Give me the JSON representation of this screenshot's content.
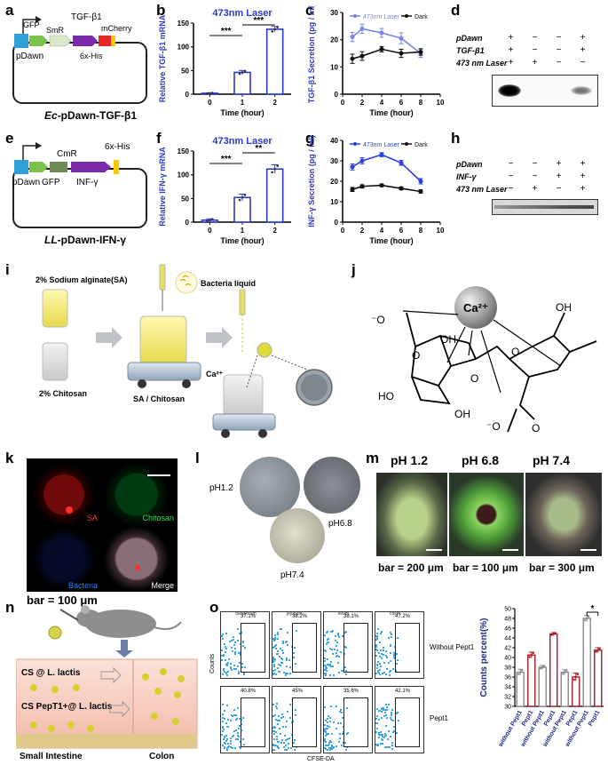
{
  "panels": {
    "a": {
      "letter": "a",
      "promoter": "pDawn",
      "genes": [
        "GFP",
        "SmR",
        "TGF-β1",
        "mCherry"
      ],
      "tag": "6x-His",
      "caption_prefix": "Ec",
      "caption_rest": "-pDawn-TGF-β1"
    },
    "b": {
      "letter": "b",
      "title": "473nm Laser",
      "ylabel": "Relative TGF-β1 mRNA",
      "xlabel": "Time (hour)",
      "sig": [
        "***",
        "***"
      ]
    },
    "c": {
      "letter": "c",
      "ylabel": "TGF-β1 Secretion (pg / ml)",
      "xlabel": "Time (hour)"
    },
    "d": {
      "letter": "d",
      "rows": [
        "pDawn",
        "TGF-β1",
        "473 nm Laser"
      ],
      "signs": [
        [
          "+",
          "−",
          "−",
          "+"
        ],
        [
          "+",
          "−",
          "−",
          "+"
        ],
        [
          "+",
          "+",
          "−",
          "−"
        ]
      ]
    },
    "e": {
      "letter": "e",
      "promoter": "pDawn",
      "genes": [
        "GFP",
        "CmR",
        "INF-γ"
      ],
      "tag": "6x-His",
      "caption_prefix": "LL",
      "caption_rest": "-pDawn-IFN-γ"
    },
    "f": {
      "letter": "f",
      "title": "473nm Laser",
      "ylabel": "Relative IFN-γ mRNA",
      "xlabel": "Time (hour)",
      "sig": [
        "***",
        "**"
      ]
    },
    "g": {
      "letter": "g",
      "ylabel": "INF-γ Secretion (pg / ml)",
      "xlabel": "Time (hour)"
    },
    "h": {
      "letter": "h",
      "rows": [
        "pDawn",
        "INF-γ",
        "473 nm Laser"
      ],
      "signs": [
        [
          "−",
          "−",
          "+",
          "+"
        ],
        [
          "−",
          "−",
          "+",
          "+"
        ],
        [
          "−",
          "+",
          "−",
          "+"
        ]
      ]
    },
    "i": {
      "letter": "i",
      "sa": "2% Sodium alginate(SA)",
      "chitosan": "2%  Chitosan",
      "bacteria": "Bacteria liquid",
      "mix": "SA / Chitosan",
      "ion": "Ca²⁺"
    },
    "j": {
      "letter": "j",
      "ion": "Ca²⁺",
      "groups": [
        "⁻O",
        "HO",
        "OH",
        "OH",
        "O",
        "OH",
        "⁻O",
        "O",
        "O",
        "O"
      ]
    },
    "k": {
      "letter": "k",
      "labels": [
        "SA",
        "Chitosan",
        "Bacteria",
        "Merge"
      ],
      "bar": "bar = 100 μm"
    },
    "l": {
      "letter": "l",
      "labels": [
        "pH1.2",
        "pH6.8",
        "pH7.4"
      ]
    },
    "m": {
      "letter": "m",
      "titles": [
        "pH 1.2",
        "pH 6.8",
        "pH 7.4"
      ],
      "bars": [
        "bar = 200 μm",
        "bar = 100 μm",
        "bar = 300 μm"
      ]
    },
    "n": {
      "letter": "n",
      "row1": "CS @ L. lactis",
      "row2": "CS PepT1+@ L. lactis",
      "left": "Small Intestine",
      "right": "Colon"
    },
    "o": {
      "letter": "o",
      "cols": [
        "duodenum",
        "jejunum",
        "ileum",
        "colon"
      ],
      "row1": "Without Pept1",
      "row2": "Pept1",
      "pct1": [
        "37.1%",
        "38.2%",
        "38.1%",
        "47.2%"
      ],
      "pct2": [
        "40.8%",
        "45%",
        "35.6%",
        "42.1%"
      ],
      "ylabel": "Counts",
      "xlabel": "CFSE-DA",
      "bar_ylabel": "Counts percent(%)",
      "bar_x": [
        "without Pept1",
        "Pept1",
        "without Pept1",
        "Pept1",
        "without Pept1",
        "Pept1",
        "without Pept1",
        "Pept1"
      ],
      "sig": "*"
    }
  },
  "chart_data": [
    {
      "type": "bar",
      "id": "b",
      "title": "473nm Laser",
      "categories": [
        "0",
        "1",
        "2"
      ],
      "values": [
        2,
        46,
        137
      ],
      "errors": [
        1,
        4,
        6
      ],
      "xlabel": "Time (hour)",
      "ylabel": "Relative TGF-β1 mRNA",
      "ylim": [
        0,
        150
      ],
      "yticks": [
        0,
        50,
        100,
        150
      ]
    },
    {
      "type": "line",
      "id": "c",
      "x": [
        1,
        2,
        4,
        6,
        8
      ],
      "series": [
        {
          "name": "473nm Laser",
          "values": [
            21,
            24,
            22.5,
            20.5,
            15
          ],
          "errors": [
            1.7,
            1.7,
            1.6,
            2,
            1.5
          ],
          "color": "#7b82e8"
        },
        {
          "name": "Dark",
          "values": [
            13,
            14,
            16.5,
            15,
            15.5
          ],
          "errors": [
            1.7,
            1.6,
            1,
            1.5,
            1.2
          ],
          "color": "#111111"
        }
      ],
      "xlabel": "Time (hour)",
      "ylabel": "TGF-β1 Secretion (pg / ml)",
      "xlim": [
        0,
        10
      ],
      "ylim": [
        0,
        30
      ],
      "xticks": [
        0,
        2,
        4,
        6,
        8,
        10
      ],
      "yticks": [
        0,
        10,
        20,
        30
      ]
    },
    {
      "type": "bar",
      "id": "f",
      "title": "473nm Laser",
      "categories": [
        "0",
        "1",
        "2"
      ],
      "values": [
        4,
        52,
        112
      ],
      "errors": [
        3,
        7,
        9
      ],
      "xlabel": "Time (hour)",
      "ylabel": "Relative IFN-γ mRNA",
      "ylim": [
        0,
        150
      ],
      "yticks": [
        0,
        50,
        100,
        150
      ]
    },
    {
      "type": "line",
      "id": "g",
      "x": [
        1,
        2,
        4,
        6,
        8
      ],
      "series": [
        {
          "name": "473nm Laser",
          "values": [
            27,
            30,
            33,
            29,
            20
          ],
          "errors": [
            1.5,
            1.5,
            1,
            1.2,
            1.3
          ],
          "color": "#2c3ee8"
        },
        {
          "name": "Dark",
          "values": [
            16,
            17.5,
            18,
            16.5,
            15
          ],
          "errors": [
            1,
            0.8,
            0.6,
            0.7,
            0.8
          ],
          "color": "#111111"
        }
      ],
      "xlabel": "Time (hour)",
      "ylabel": "INF-γ Secretion (pg / ml)",
      "xlim": [
        0,
        10
      ],
      "ylim": [
        0,
        40
      ],
      "xticks": [
        0,
        2,
        4,
        6,
        8,
        10
      ],
      "yticks": [
        0,
        10,
        20,
        30,
        40
      ]
    },
    {
      "type": "bar",
      "id": "o-bar",
      "categories": [
        "without Pept1",
        "Pept1",
        "without Pept1",
        "Pept1",
        "without Pept1",
        "Pept1",
        "without Pept1",
        "Pept1"
      ],
      "values": [
        37,
        40.5,
        38,
        44.8,
        37,
        36,
        48,
        41.5
      ],
      "errors": [
        0.6,
        0.6,
        0.4,
        0.3,
        0.5,
        0.8,
        0.6,
        0.5
      ],
      "colors": [
        "#8a8a8a",
        "#a51d24",
        "#8a8a8a",
        "#a51d24",
        "#8a8a8a",
        "#a51d24",
        "#8a8a8a",
        "#a51d24"
      ],
      "ylabel": "Counts percent(%)",
      "ylim": [
        30,
        50
      ],
      "yticks": [
        30,
        32,
        34,
        36,
        38,
        40,
        42,
        44,
        46,
        48,
        50
      ]
    }
  ]
}
